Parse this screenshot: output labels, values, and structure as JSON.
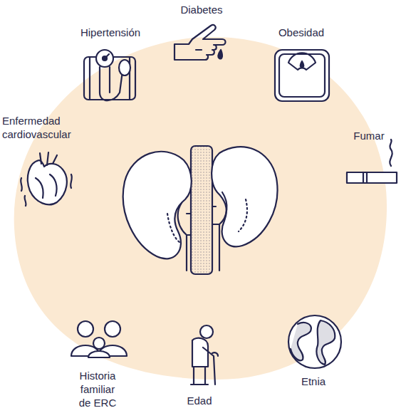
{
  "diagram": {
    "labels": [
      "Diabetes",
      "Hipertensión",
      "Obesidad",
      "Enfermedad cardiovascular",
      "Fumar",
      "Historia familiar de ERC",
      "Edad",
      "Etnia"
    ]
  }
}
